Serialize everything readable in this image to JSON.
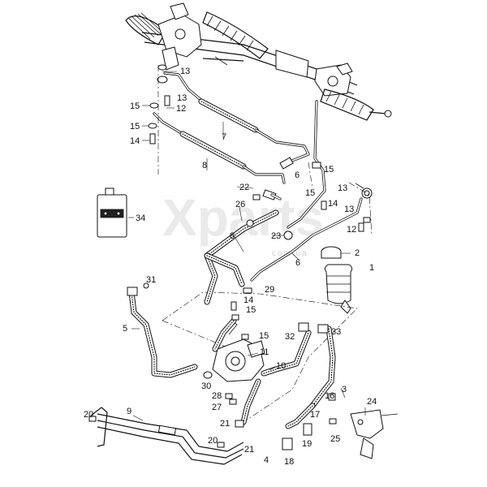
{
  "watermark": {
    "main": "Xparts",
    "sub": "com.ua"
  },
  "callouts": [
    {
      "id": "c13a",
      "text": "13"
    },
    {
      "id": "c15a",
      "text": "15"
    },
    {
      "id": "c12a",
      "text": "12"
    },
    {
      "id": "c13b",
      "text": "13"
    },
    {
      "id": "c15b",
      "text": "15"
    },
    {
      "id": "c14a",
      "text": "14"
    },
    {
      "id": "c7",
      "text": "7"
    },
    {
      "id": "c8a",
      "text": "8"
    },
    {
      "id": "c6a",
      "text": "6"
    },
    {
      "id": "c15c",
      "text": "15"
    },
    {
      "id": "c22",
      "text": "22"
    },
    {
      "id": "c15d",
      "text": "15"
    },
    {
      "id": "c13c",
      "text": "13"
    },
    {
      "id": "c14b",
      "text": "14"
    },
    {
      "id": "c13d",
      "text": "13"
    },
    {
      "id": "c12b",
      "text": "12"
    },
    {
      "id": "c26",
      "text": "26"
    },
    {
      "id": "c34",
      "text": "34"
    },
    {
      "id": "c8b",
      "text": "8"
    },
    {
      "id": "c23",
      "text": "23"
    },
    {
      "id": "c2",
      "text": "2"
    },
    {
      "id": "c1",
      "text": "1"
    },
    {
      "id": "c6b",
      "text": "6"
    },
    {
      "id": "c31",
      "text": "31"
    },
    {
      "id": "c29",
      "text": "29"
    },
    {
      "id": "c14c",
      "text": "14"
    },
    {
      "id": "c15e",
      "text": "15"
    },
    {
      "id": "c5",
      "text": "5"
    },
    {
      "id": "c15f",
      "text": "15"
    },
    {
      "id": "c32",
      "text": "32"
    },
    {
      "id": "c33",
      "text": "33"
    },
    {
      "id": "c11",
      "text": "11"
    },
    {
      "id": "c10",
      "text": "10"
    },
    {
      "id": "c30",
      "text": "30"
    },
    {
      "id": "c28",
      "text": "28"
    },
    {
      "id": "c16",
      "text": "16"
    },
    {
      "id": "c3",
      "text": "3"
    },
    {
      "id": "c27",
      "text": "27"
    },
    {
      "id": "c24",
      "text": "24"
    },
    {
      "id": "c20a",
      "text": "20"
    },
    {
      "id": "c9",
      "text": "9"
    },
    {
      "id": "c21a",
      "text": "21"
    },
    {
      "id": "c17",
      "text": "17"
    },
    {
      "id": "c25",
      "text": "25"
    },
    {
      "id": "c20b",
      "text": "20"
    },
    {
      "id": "c21b",
      "text": "21"
    },
    {
      "id": "c19",
      "text": "19"
    },
    {
      "id": "c4",
      "text": "4"
    },
    {
      "id": "c18",
      "text": "18"
    }
  ]
}
